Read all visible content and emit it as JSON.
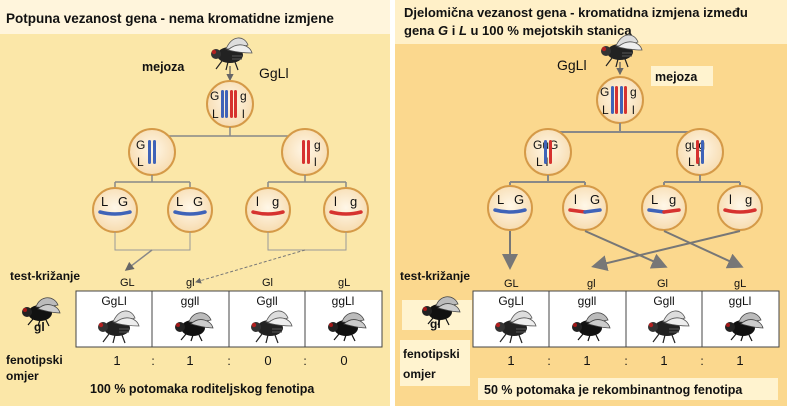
{
  "left": {
    "title": "Potpuna vezanost gena - nema kromatidne izmjene",
    "meiosis_label": "mejoza",
    "parent_genotype": "GgLl",
    "parent_cell_top": "G",
    "parent_cell_top_right": "g",
    "parent_cell_bottom": "L",
    "parent_cell_bottom_right": "l",
    "secondary_cells": [
      {
        "top": "G",
        "bottom": "L"
      },
      {
        "top": "g",
        "bottom": "l"
      }
    ],
    "gamete_cells": [
      {
        "a": "L",
        "b": "G"
      },
      {
        "a": "L",
        "b": "G"
      },
      {
        "a": "l",
        "b": "g"
      },
      {
        "a": "l",
        "b": "g"
      }
    ],
    "testcross_label": "test-križanje",
    "tester_genotype": "gl",
    "gamete_labels": [
      "GL",
      "gl",
      "Gl",
      "gL"
    ],
    "offspring_genotypes": [
      "GgLl",
      "ggll",
      "Ggll",
      "ggLl"
    ],
    "phenotype_label_1": "fenotipski",
    "phenotype_label_2": "omjer",
    "ratio": [
      "1",
      "1",
      "0",
      "0"
    ],
    "ratio_sep": ":",
    "footer": "100 % potomaka roditeljskog fenotipa"
  },
  "right": {
    "title_line1": "Djelomična vezanost gena - kromatidna izmjena između",
    "title_line2_pre": "gena ",
    "title_G": "G",
    "title_mid": " i ",
    "title_L": "L",
    "title_line2_post": " u 100 % mejotskih stanica",
    "meiosis_label": "mejoza",
    "parent_genotype": "GgLl",
    "parent_cell_top": "G",
    "parent_cell_top_right": "g",
    "parent_cell_bottom": "L",
    "parent_cell_bottom_right": "l",
    "secondary_cells": [
      {
        "top": "GuG",
        "bottom": "L l"
      },
      {
        "top": "gug",
        "bottom": "L l"
      }
    ],
    "gamete_cells": [
      {
        "a": "L",
        "b": "G"
      },
      {
        "a": "l",
        "b": "G"
      },
      {
        "a": "L",
        "b": "g"
      },
      {
        "a": "l",
        "b": "g"
      }
    ],
    "testcross_label": "test-križanje",
    "tester_genotype": "gl",
    "gamete_labels": [
      "GL",
      "gl",
      "Gl",
      "gL"
    ],
    "offspring_genotypes": [
      "GgLl",
      "ggll",
      "Ggll",
      "ggLl"
    ],
    "phenotype_label_1": "fenotipski",
    "phenotype_label_2": "omjer",
    "ratio": [
      "1",
      "1",
      "1",
      "1"
    ],
    "ratio_sep": ":",
    "footer": "50 % potomaka je rekombinantnog fenotipa"
  },
  "colors": {
    "left_bg": "#fbe7a8",
    "right_bg": "#fbd88e",
    "cell_fill": "#fdeed2",
    "cell_stroke": "#d59a48",
    "chrom_red": "#d6322f",
    "chrom_blue": "#3f63b8",
    "arrow": "#777777"
  }
}
